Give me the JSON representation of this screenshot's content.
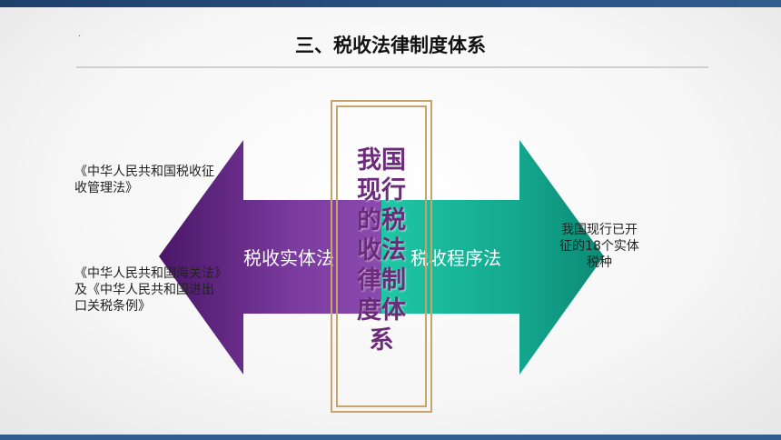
{
  "slide": {
    "title": "三、税收法律制度体系"
  },
  "diagram": {
    "left_arrow_label": "税收实体法",
    "right_arrow_label": "税收程序法",
    "center_text": "我国现行的税收法律制度体系",
    "left_top_note": "《中华人民共和国税收征收管理法》",
    "left_bottom_note": "《中华人民共和国海关法》及《中华人民共和国进出口关税条例》",
    "right_note": "我国现行已开征的18个实体税种",
    "colors": {
      "left_arrow": "#6a2c8e",
      "right_arrow": "#17b39a",
      "center_text": "#6b2b7a",
      "frame": "#c9a469"
    }
  }
}
